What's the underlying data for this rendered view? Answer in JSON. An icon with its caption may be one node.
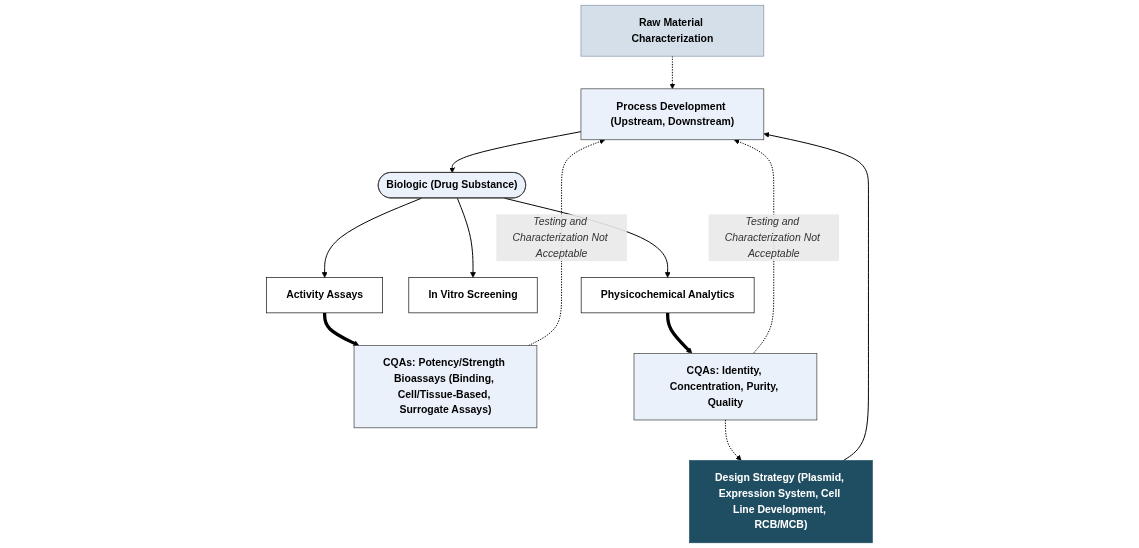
{
  "diagram": {
    "nodes": [
      {
        "text": [
          "Raw Material Characterization"
        ]
      },
      {
        "text": [
          "Design Strategy (Plasmid, Expression System, Cell Line Development, RCB/MCB)"
        ]
      },
      {
        "text": [
          "Process Development (Upstream, Downstream)"
        ]
      },
      {
        "text": [
          "Biologic (Drug Substance)"
        ]
      },
      {
        "text": [
          "CQAs: Potency/Strength Bioassays (Binding, Cell/Tissue-Based, Surrogate Assays)"
        ]
      },
      {
        "text": [
          "Activity Assays"
        ]
      },
      {
        "text": [
          "In Vitro Screening"
        ]
      },
      {
        "text": [
          "Physicochemical Analytics"
        ]
      },
      {
        "text": [
          "CQAs: Identity, Concentration, Purity, Quality"
        ]
      }
    ],
    "edges": [
      {
        "from": 1,
        "to": 2,
        "arrow": "to"
      },
      {
        "from": 0,
        "to": 2,
        "arrow": "to",
        "style": "dashed"
      },
      {
        "from": 2,
        "to": 3,
        "arrow": "to"
      },
      {
        "from": 3,
        "to": 5,
        "arrow": "to"
      },
      {
        "from": 3,
        "to": 6,
        "arrow": "to"
      },
      {
        "from": 3,
        "to": 7,
        "arrow": "to"
      },
      {
        "from": 5,
        "to": 4,
        "arrow": "to",
        "style": "thick"
      },
      {
        "from": 7,
        "to": 8,
        "arrow": "to",
        "style": "thick"
      },
      {
        "from": 4,
        "to": 2,
        "arrow": "to",
        "style": "dashed",
        "label": "Testing and Characterization Not Acceptable"
      },
      {
        "from": 8,
        "to": 2,
        "arrow": "to",
        "style": "dashed",
        "label": "Testing and Characterization Not Acceptable"
      },
      {
        "from": 8,
        "to": 1,
        "arrow": "to",
        "style": "dashed"
      }
    ]
  }
}
